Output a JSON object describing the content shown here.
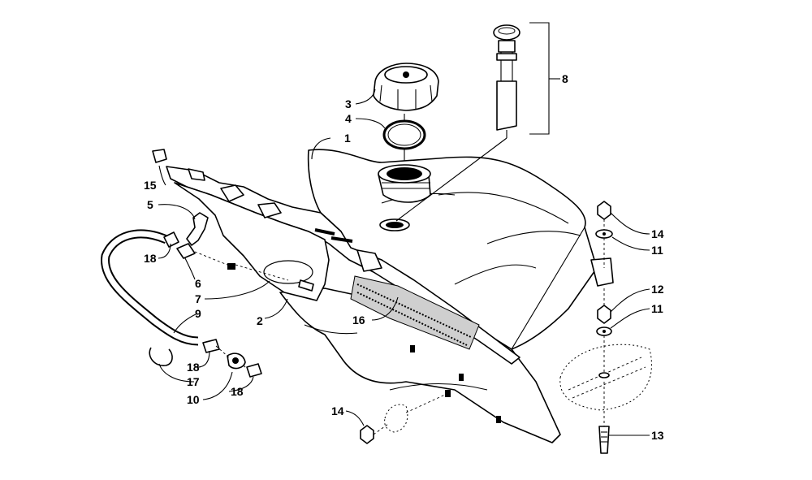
{
  "callouts": {
    "c1": "1",
    "c2": "2",
    "c3": "3",
    "c4": "4",
    "c5": "5",
    "c6": "6",
    "c7": "7",
    "c8": "8",
    "c9": "9",
    "c10": "10",
    "c11a": "11",
    "c11b": "11",
    "c12": "12",
    "c13": "13",
    "c14a": "14",
    "c14b": "14",
    "c15": "15",
    "c16": "16",
    "c17": "17",
    "c18a": "18",
    "c18b": "18",
    "c18c": "18"
  }
}
